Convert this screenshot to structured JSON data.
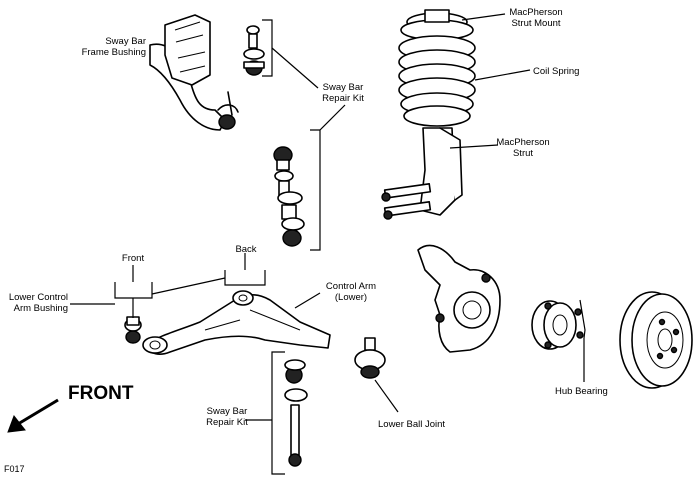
{
  "labels": {
    "sway_bar_frame_bushing": "Sway Bar\nFrame Bushing",
    "sway_bar_repair_kit_top": "Sway Bar\nRepair Kit",
    "macpherson_strut_mount": "MacPherson\nStrut Mount",
    "coil_spring": "Coil Spring",
    "macpherson_strut": "MacPherson\nStrut",
    "front": "Front",
    "back": "Back",
    "lower_control_arm_bushing": "Lower Control\nArm Bushing",
    "control_arm_lower": "Control Arm\n(Lower)",
    "lower_ball_joint": "Lower Ball Joint",
    "hub_bearing": "Hub Bearing",
    "sway_bar_repair_kit_bottom": "Sway Bar\nRepair Kit"
  },
  "front_arrow_text": "FRONT",
  "figure_code": "F017"
}
